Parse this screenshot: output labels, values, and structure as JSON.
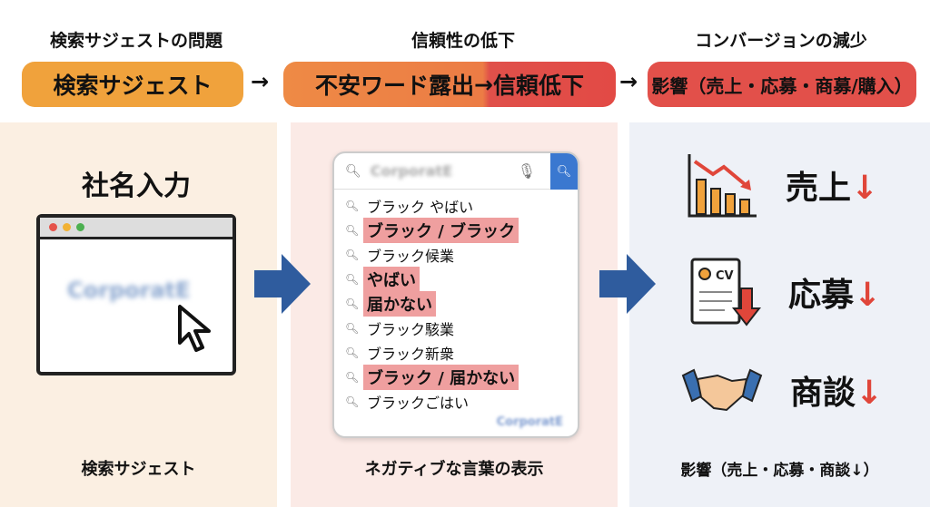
{
  "header": {
    "steps": [
      {
        "title": "検索サジェストの問題",
        "pill": "検索サジェスト"
      },
      {
        "title": "信頼性の低下",
        "pill_a": "不安ワード露出",
        "pill_b": "信頼低下"
      },
      {
        "title": "コンバージョンの減少",
        "pill": "影響（売上・応募・商募/購入）"
      }
    ],
    "arrow": "→"
  },
  "left": {
    "heading": "社名入力",
    "input_text": "CorporatE",
    "caption": "検索サジェスト"
  },
  "middle": {
    "search_text": "CorporatE",
    "suggestions": [
      {
        "text": "ブラック やばい",
        "highlight": false
      },
      {
        "text": "ブラック / ブラック",
        "highlight": true
      },
      {
        "text": "ブラック候業",
        "highlight": false
      },
      {
        "text": "やばい",
        "highlight": true
      },
      {
        "text": "届かない",
        "highlight": true
      },
      {
        "text": "ブラック駭業",
        "highlight": false
      },
      {
        "text": "ブラック新衆",
        "highlight": false
      },
      {
        "text": "ブラック / 届かない",
        "highlight": true
      },
      {
        "text": "ブラックごはい",
        "highlight": false
      }
    ],
    "footer_logo": "CorporatE",
    "caption": "ネガティブな言葉の表示"
  },
  "right": {
    "items": [
      {
        "label": "売上",
        "icon": "bar-chart-down-icon"
      },
      {
        "label": "応募",
        "icon": "cv-resume-icon"
      },
      {
        "label": "商談",
        "icon": "handshake-icon"
      }
    ],
    "down_arrow": "↓",
    "cv_label": "CV",
    "caption": "影響（売上・応募・商談↓）"
  },
  "colors": {
    "orange": "#f0a23c",
    "red": "#e2504a",
    "blue_arrow": "#2f5c9e",
    "highlight": "#ef9f9f"
  }
}
